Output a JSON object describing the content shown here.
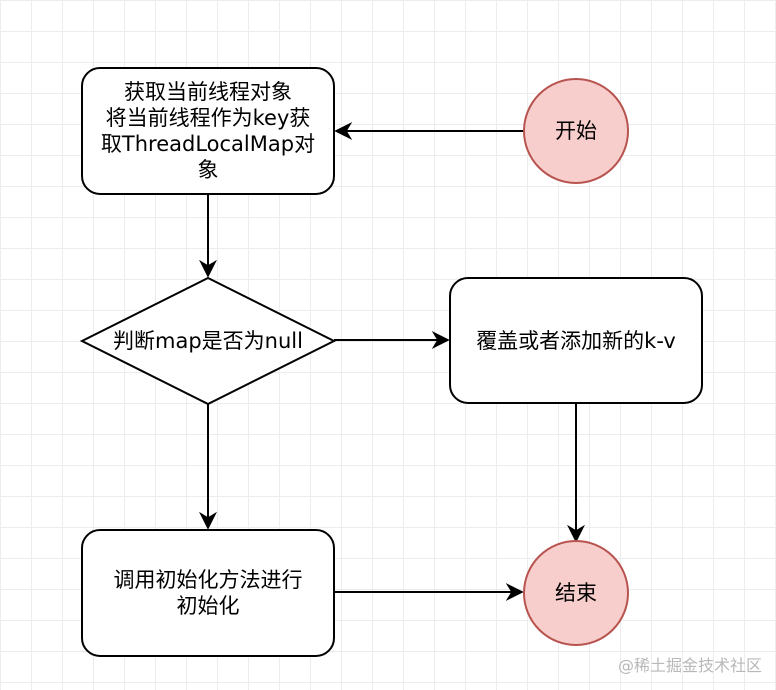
{
  "nodes": {
    "start": {
      "label": "开始",
      "fill": "#f8cecc",
      "stroke": "#b85450"
    },
    "get_map": {
      "lines": [
        "获取当前线程对象",
        "将当前线程作为key获",
        "取ThreadLocalMap对",
        "象"
      ]
    },
    "decision": {
      "label": "判断map是否为null"
    },
    "update": {
      "label": "覆盖或者添加新的k-v"
    },
    "init": {
      "lines": [
        "调用初始化方法进行",
        "初始化"
      ]
    },
    "end": {
      "label": "结束",
      "fill": "#f8cecc",
      "stroke": "#b85450"
    }
  },
  "watermark": "@稀土掘金技术社区"
}
